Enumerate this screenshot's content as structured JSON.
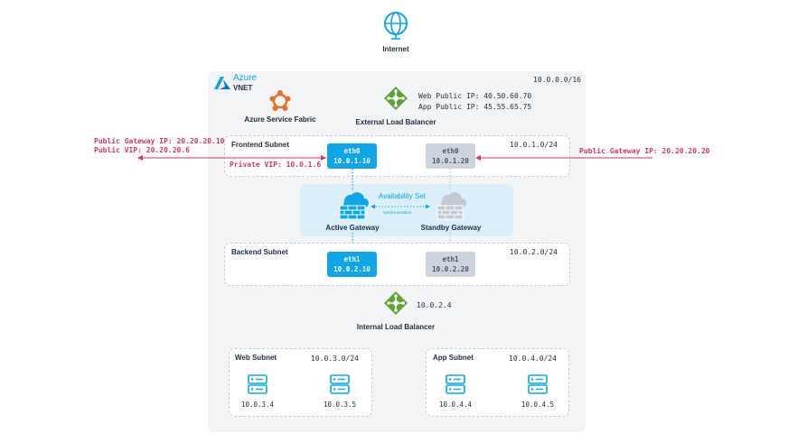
{
  "internet": {
    "label": "Internet",
    "icon": "globe-icon"
  },
  "vnet": {
    "title_line1": "Azure",
    "title_line2": "VNET",
    "cidr": "10.0.0.0/16",
    "icon": "azure-logo-icon"
  },
  "service_fabric": {
    "label": "Azure Service Fabric",
    "icon": "service-fabric-icon"
  },
  "external_lb": {
    "label": "External Load Balancer",
    "web_ip": "Web Public IP: 40.50.60.70",
    "app_ip": "App Public IP: 45.55.65.75",
    "icon": "load-balancer-icon"
  },
  "frontend_subnet": {
    "label": "Frontend Subnet",
    "cidr": "10.0.1.0/24",
    "private_vip": "Private VIP: 10.0.1.6",
    "active_nic": {
      "name": "eth0",
      "ip": "10.0.1.10"
    },
    "standby_nic": {
      "name": "eth0",
      "ip": "10.0.1.20"
    }
  },
  "left_annotation": {
    "line1": "Public Gateway IP: 20.20.20.10",
    "line2": "Public VIP: 20.20.20.6"
  },
  "right_annotation": {
    "line1": "Public Gateway IP: 20.20.20.20"
  },
  "availability_set": {
    "label": "Availability Set",
    "sync_label": "synchronization",
    "active_gateway": "Active Gateway",
    "standby_gateway": "Standby Gateway",
    "icon": "firewall-icon"
  },
  "backend_subnet": {
    "label": "Backend Subnet",
    "cidr": "10.0.2.0/24",
    "active_nic": {
      "name": "eth1",
      "ip": "10.0.2.10"
    },
    "standby_nic": {
      "name": "eth1",
      "ip": "10.0.2.20"
    }
  },
  "internal_lb": {
    "label": "Internal Load Balancer",
    "ip": "10.0.2.4",
    "icon": "load-balancer-icon"
  },
  "web_subnet": {
    "label": "Web Subnet",
    "cidr": "10.0.3.0/24",
    "servers": [
      "10.0.3.4",
      "10.0.3.5"
    ],
    "icon": "server-icon"
  },
  "app_subnet": {
    "label": "App Subnet",
    "cidr": "10.0.4.0/24",
    "servers": [
      "10.0.4.4",
      "10.0.4.5"
    ],
    "icon": "server-icon"
  },
  "colors": {
    "accent_blue": "#0ea5e9",
    "annotation_pink": "#d6336c",
    "lb_green": "#5ea238",
    "standby_gray": "#ced4de"
  }
}
